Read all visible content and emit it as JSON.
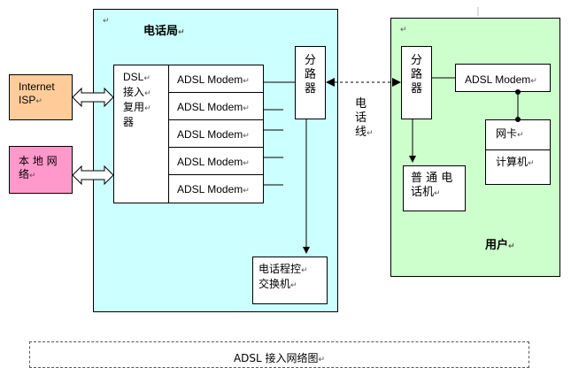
{
  "marks": {
    "para": "↵"
  },
  "office": {
    "title": "电话局",
    "dsl_mux": {
      "line1": "DSL",
      "line2": "接入",
      "line3": "复用",
      "line4": "器"
    },
    "modems": [
      "ADSL Modem",
      "ADSL Modem",
      "ADSL Modem",
      "ADSL Modem",
      "ADSL Modem"
    ],
    "splitter": {
      "line1": "分",
      "line2": "路",
      "line3": "器"
    },
    "switch": {
      "line1": "电话程控",
      "line2": "交换机"
    }
  },
  "left": {
    "internet": {
      "line1": "Internet",
      "line2": "ISP"
    },
    "local": {
      "line1": "本 地 网",
      "line2": "络"
    }
  },
  "phone_line": {
    "line1": "电",
    "line2": "话",
    "line3": "线"
  },
  "user": {
    "title": "用户",
    "splitter": {
      "line1": "分",
      "line2": "路",
      "line3": "器"
    },
    "modem": "ADSL Modem",
    "nic": "网卡",
    "computer": "计算机",
    "phone": {
      "line1": "普 通 电",
      "line2": "话机"
    }
  },
  "caption": "ADSL 接入网络图",
  "colors": {
    "office_bg": "#ccffff",
    "user_bg": "#ccffcc",
    "internet_bg": "#ffcc99",
    "local_bg": "#ff99cc"
  }
}
